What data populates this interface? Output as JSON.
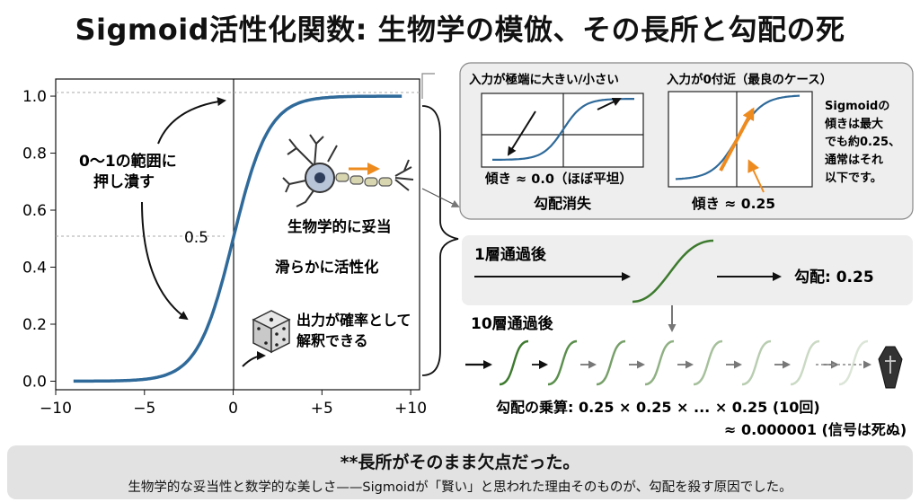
{
  "title": "Sigmoid活性化関数: 生物学の模倣、その長所と勾配の死",
  "chart_data": {
    "type": "line",
    "function": "sigmoid",
    "x_range": [
      -9,
      9.5
    ],
    "xlim": [
      -10,
      10.5
    ],
    "ylim": [
      -0.03,
      1.06
    ],
    "xticks": [
      "−10",
      "−5",
      "0",
      "+5",
      "+10"
    ],
    "xtick_values": [
      -10,
      -5,
      0,
      5,
      10
    ],
    "yticks": [
      "0.0",
      "0.2",
      "0.4",
      "0.6",
      "0.8",
      "1.0"
    ],
    "ytick_values": [
      0,
      0.2,
      0.4,
      0.6,
      0.8,
      1.0
    ],
    "midpoint_label": "0.5",
    "line_color": "#2f6a9a"
  },
  "annotations": {
    "squash": [
      "0〜1の範囲に",
      "押し潰す"
    ],
    "bio": "生物学的に妥当",
    "smooth": "滑らかに活性化",
    "prob": [
      "出力が確率として",
      "解釈できる"
    ]
  },
  "inset": {
    "left_title": "入力が極端に大きい/小さい",
    "left_slope": "傾き ≈ 0.0（ほぼ平坦）",
    "left_caption": "勾配消失",
    "right_title": "入力が0付近（最良のケース）",
    "right_slope": "傾き ≈ 0.25",
    "side_note": [
      "Sigmoidの",
      "傾きは最大",
      "でも約0.25、",
      "通常はそれ",
      "以下です。"
    ]
  },
  "layers": {
    "one_label": "1層通過後",
    "one_grad": "勾配: 0.25",
    "ten_label": "10層通過後",
    "mult_line1": "勾配の乗算: 0.25 × 0.25 × ... × 0.25 (10回)",
    "mult_line2": "≈ 0.000001 (信号は死ぬ)"
  },
  "footer": {
    "headline": "**長所がそのまま欠点だった。",
    "body": "生物学的な妥当性と数学的な美しさ——Sigmoidが「賢い」と思われた理由そのものが、勾配を殺す原因でした。"
  },
  "colors": {
    "curve": "#2f6a9a",
    "orange": "#ee8b1f",
    "green": "#3d7a2e",
    "inset_bg": "#eeeeee",
    "footer_bg": "#e2e2e2"
  }
}
